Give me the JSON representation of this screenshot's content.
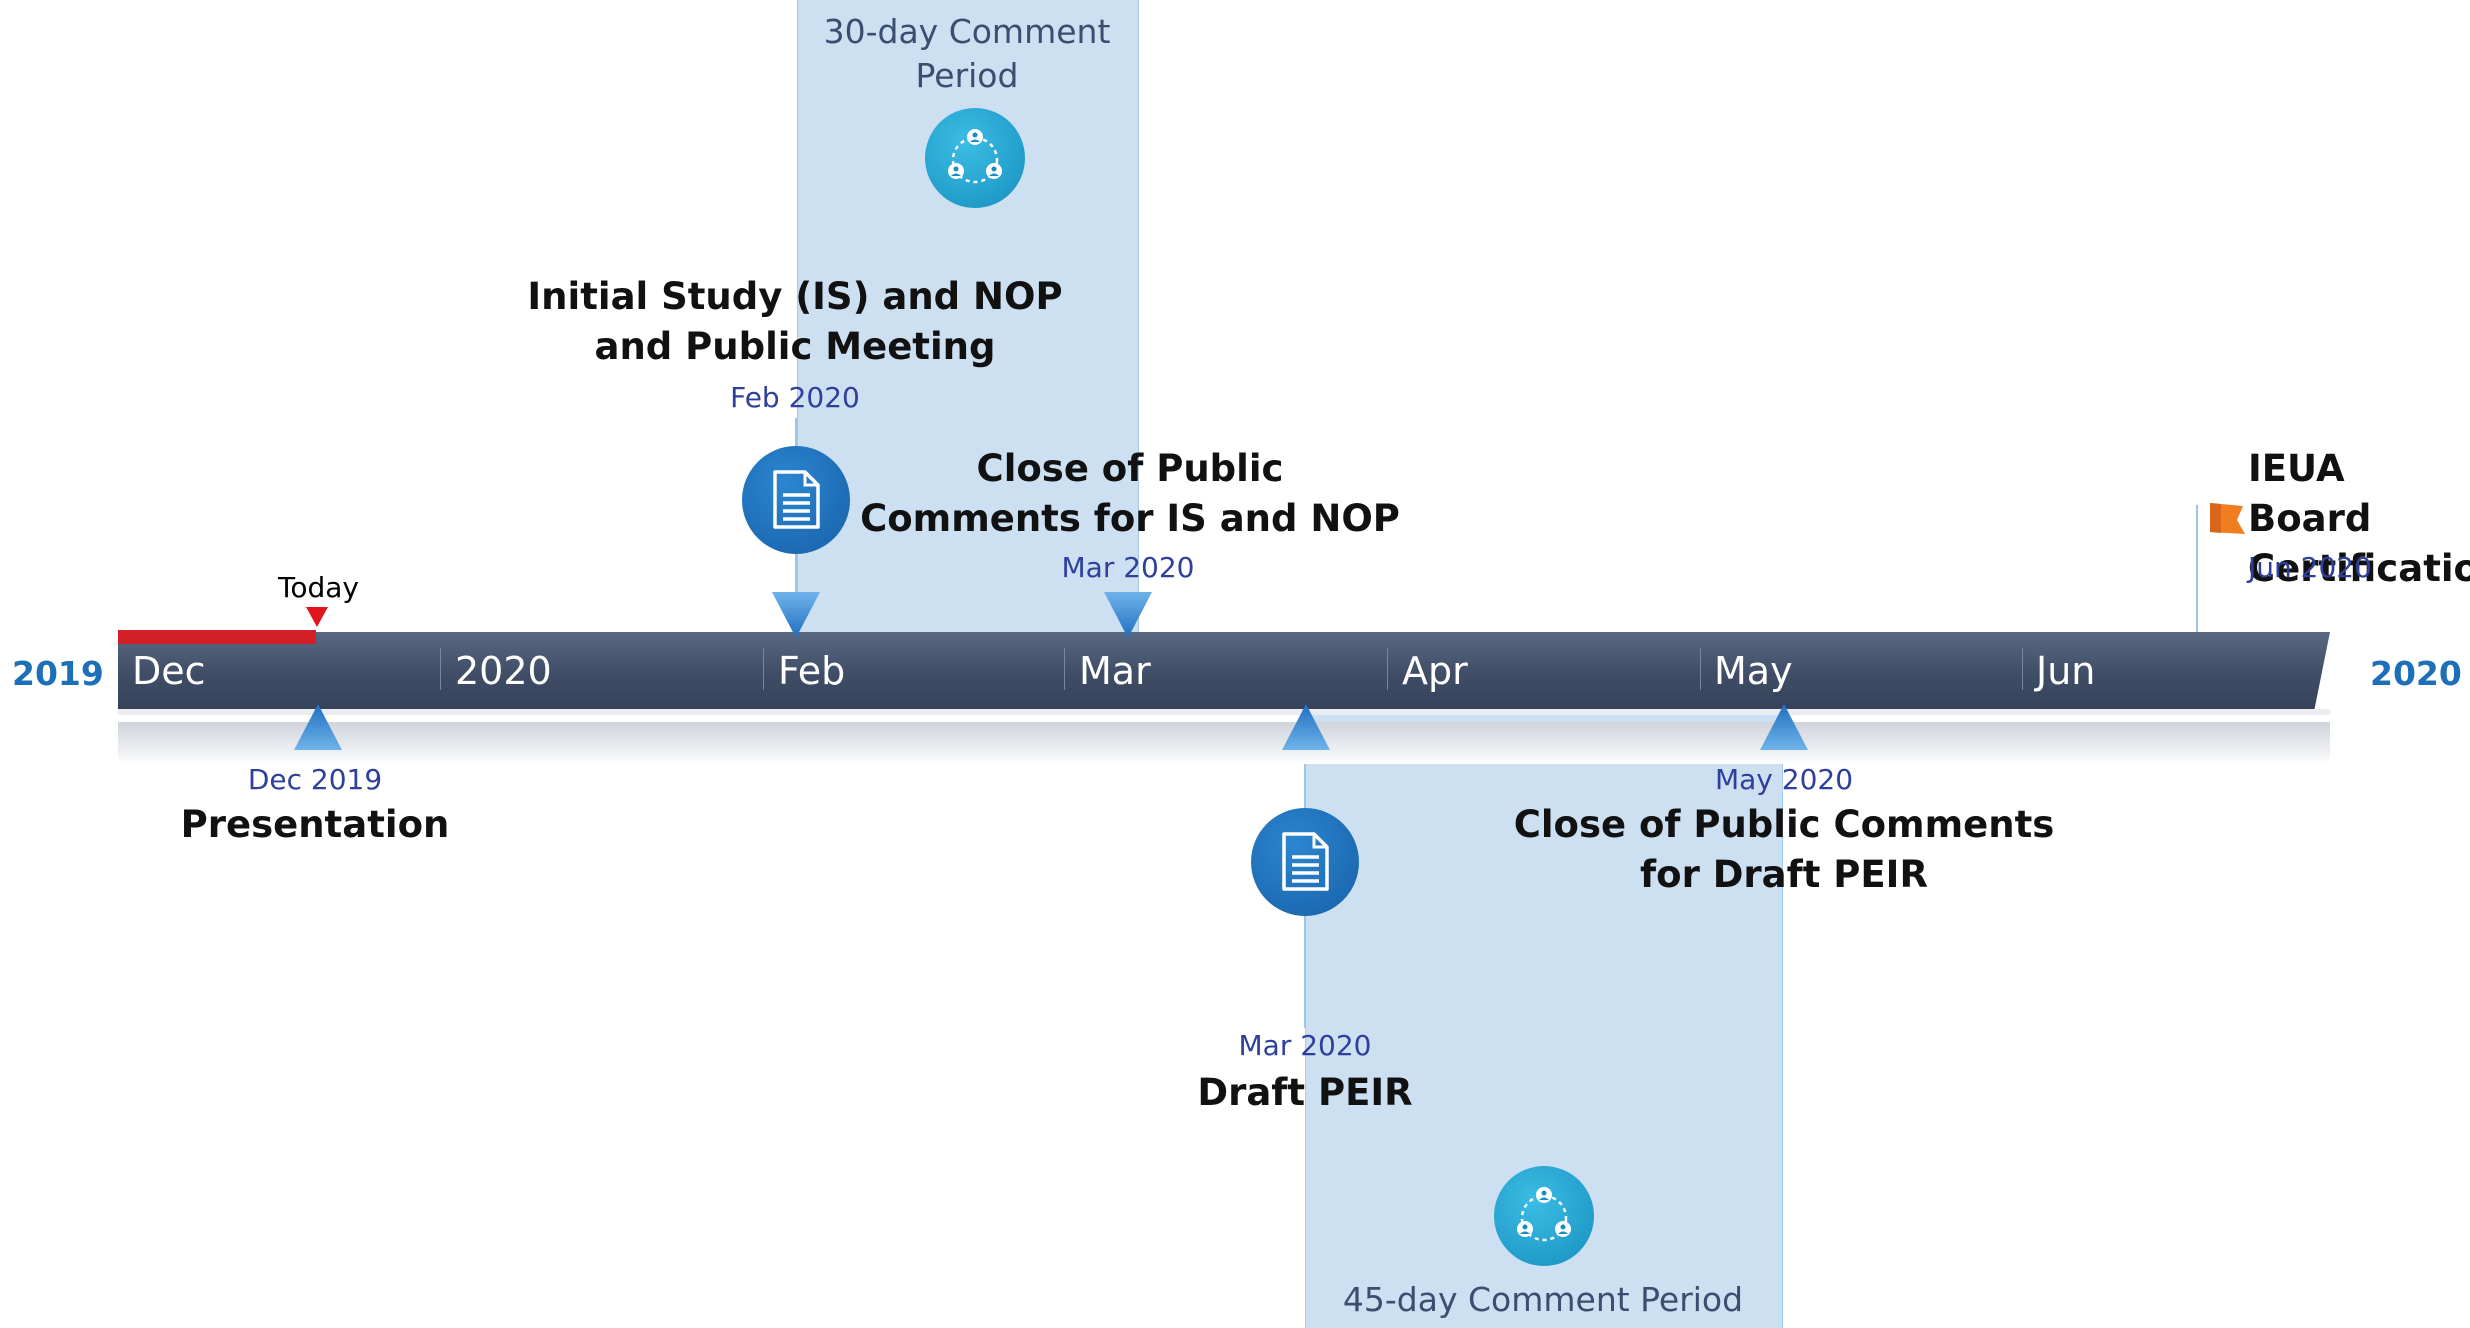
{
  "years": {
    "start": "2019",
    "end": "2020"
  },
  "months": [
    "Dec",
    "2020",
    "Feb",
    "Mar",
    "Apr",
    "May",
    "Jun"
  ],
  "today": {
    "label": "Today"
  },
  "periods": [
    {
      "label": "30-day Comment Period",
      "icon": "people-cycle-icon"
    },
    {
      "label": "45-day Comment Period",
      "icon": "people-cycle-icon"
    }
  ],
  "milestones": [
    {
      "title": "Initial Study (IS) and NOP and Public Meeting",
      "date": "Feb 2020",
      "icon": "document-icon"
    },
    {
      "title": "Close of Public Comments for IS and NOP",
      "date": "Mar 2020"
    },
    {
      "title": "IEUA Board Certification",
      "date": "Jun 2020",
      "icon": "flag-icon"
    },
    {
      "title": "Presentation",
      "date": "Dec 2019"
    },
    {
      "title": "Draft PEIR",
      "date": "Mar 2020",
      "icon": "document-icon"
    },
    {
      "title": "Close of Public Comments for Draft PEIR",
      "date": "May 2020"
    }
  ],
  "colors": {
    "band": "#cce0f1",
    "bar": "#47556e",
    "marker": "#2b7fcf",
    "date_text": "#2f3f9c",
    "year_text": "#1d6fb8",
    "today": "#d32027",
    "flag": "#f07d1f"
  }
}
